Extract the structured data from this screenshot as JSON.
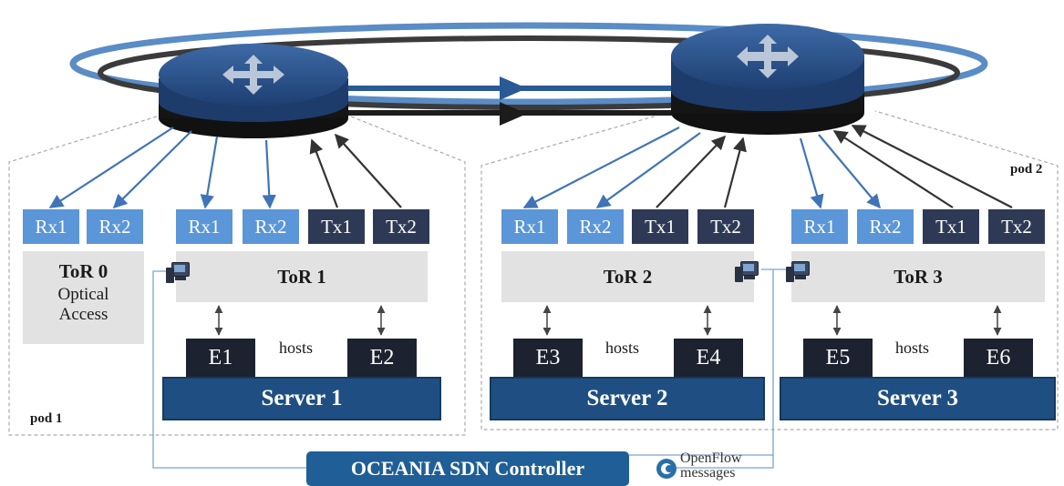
{
  "tor0": {
    "rx": [
      "Rx1",
      "Rx2"
    ],
    "name": "ToR 0",
    "sub1": "Optical",
    "sub2": "Access"
  },
  "tor1": {
    "ports": [
      "Rx1",
      "Rx2",
      "Tx1",
      "Tx2"
    ],
    "name": "ToR 1"
  },
  "tor2": {
    "ports": [
      "Rx1",
      "Rx2",
      "Tx1",
      "Tx2"
    ],
    "name": "ToR 2"
  },
  "tor3": {
    "ports": [
      "Rx1",
      "Rx2",
      "Tx1",
      "Tx2"
    ],
    "name": "ToR 3"
  },
  "hosts": [
    "E1",
    "E2",
    "E3",
    "E4",
    "E5",
    "E6"
  ],
  "hosts_label": "hosts",
  "servers": [
    "Server 1",
    "Server 2",
    "Server 3"
  ],
  "pods": [
    "pod 1",
    "pod 2"
  ],
  "controller": "OCEANIA SDN Controller",
  "openflow": {
    "line1": "OpenFlow",
    "line2": "messages"
  },
  "colors": {
    "rx": "#5a96d8",
    "tx": "#2e3a55",
    "server": "#1f4f82",
    "host": "#1d2230",
    "tor": "#e2e2e2",
    "controller": "#1f5e96"
  }
}
